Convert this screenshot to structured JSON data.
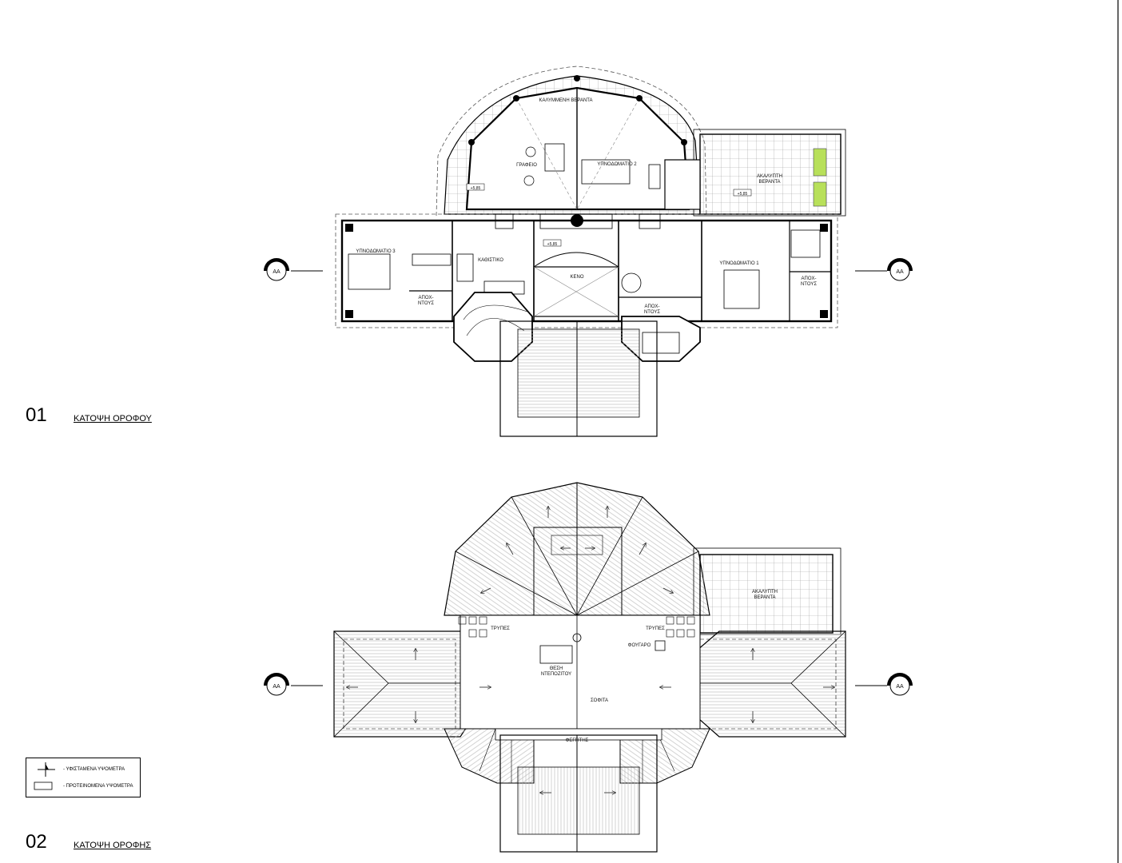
{
  "plans": [
    {
      "number": "01",
      "title": "ΚΑΤΟΨΗ ΟΡΟΦΟΥ"
    },
    {
      "number": "02",
      "title": "ΚΑΤΟΨΗ ΟΡΟΦΗΣ"
    }
  ],
  "section_marker": "ΑΑ",
  "floor_plan": {
    "rooms": {
      "covered_veranda": "ΚΑΛΥΜΜΕΝΗ ΒΕΡΑΝΤΑ",
      "office": "ΓΡΑΦΕΙΟ",
      "bedroom2": "ΥΠΝΟΔΩΜΑΤΙΟ 2",
      "open_veranda_1": "ΑΚΑΛΥΠΤΗ",
      "open_veranda_2": "ΒΕΡΑΝΤΑ",
      "bedroom3": "ΥΠΝΟΔΩΜΑΤΙΟ 3",
      "living": "ΚΑΘΙΣΤΙΚΟ",
      "void": "ΚΕΝΟ",
      "bedroom1": "ΥΠΝΟΔΩΜΑΤΙΟ 1",
      "wc_left_1": "ΑΠΟΧ-",
      "wc_left_2": "ΝΤΟΥΣ",
      "wc_mid_1": "ΑΠΟΧ-",
      "wc_mid_2": "ΝΤΟΥΣ",
      "wc_right_1": "ΑΠΟΧ-",
      "wc_right_2": "ΝΤΟΥΣ"
    },
    "levels": {
      "l1": "+5,85",
      "l2": "+5,85",
      "l3": "+5,85"
    }
  },
  "roof_plan": {
    "open_veranda_1": "ΑΚΑΛΥΠΤΗ",
    "open_veranda_2": "ΒΕΡΑΝΤΑ",
    "holes_left": "ΤΡΥΠΕΣ",
    "holes_right": "ΤΡΥΠΕΣ",
    "chimney": "ΦΟΥΓΑΡΟ",
    "tank_1": "ΘΕΣΗ",
    "tank_2": "ΝΤΕΠΟΖΙΤΟΥ",
    "attic": "ΣΟΦΙΤΑ",
    "skylight": "ΦΕΓΓΙΤΗΣ"
  },
  "legend": {
    "existing": "- ΥΦΙΣΤΑΜΕΝΑ ΥΨΟΜΕΤΡΑ",
    "proposed": "- ΠΡΟΤΕΙΝΟΜΕΝΑ ΥΨΟΜΕΤΡΑ"
  }
}
